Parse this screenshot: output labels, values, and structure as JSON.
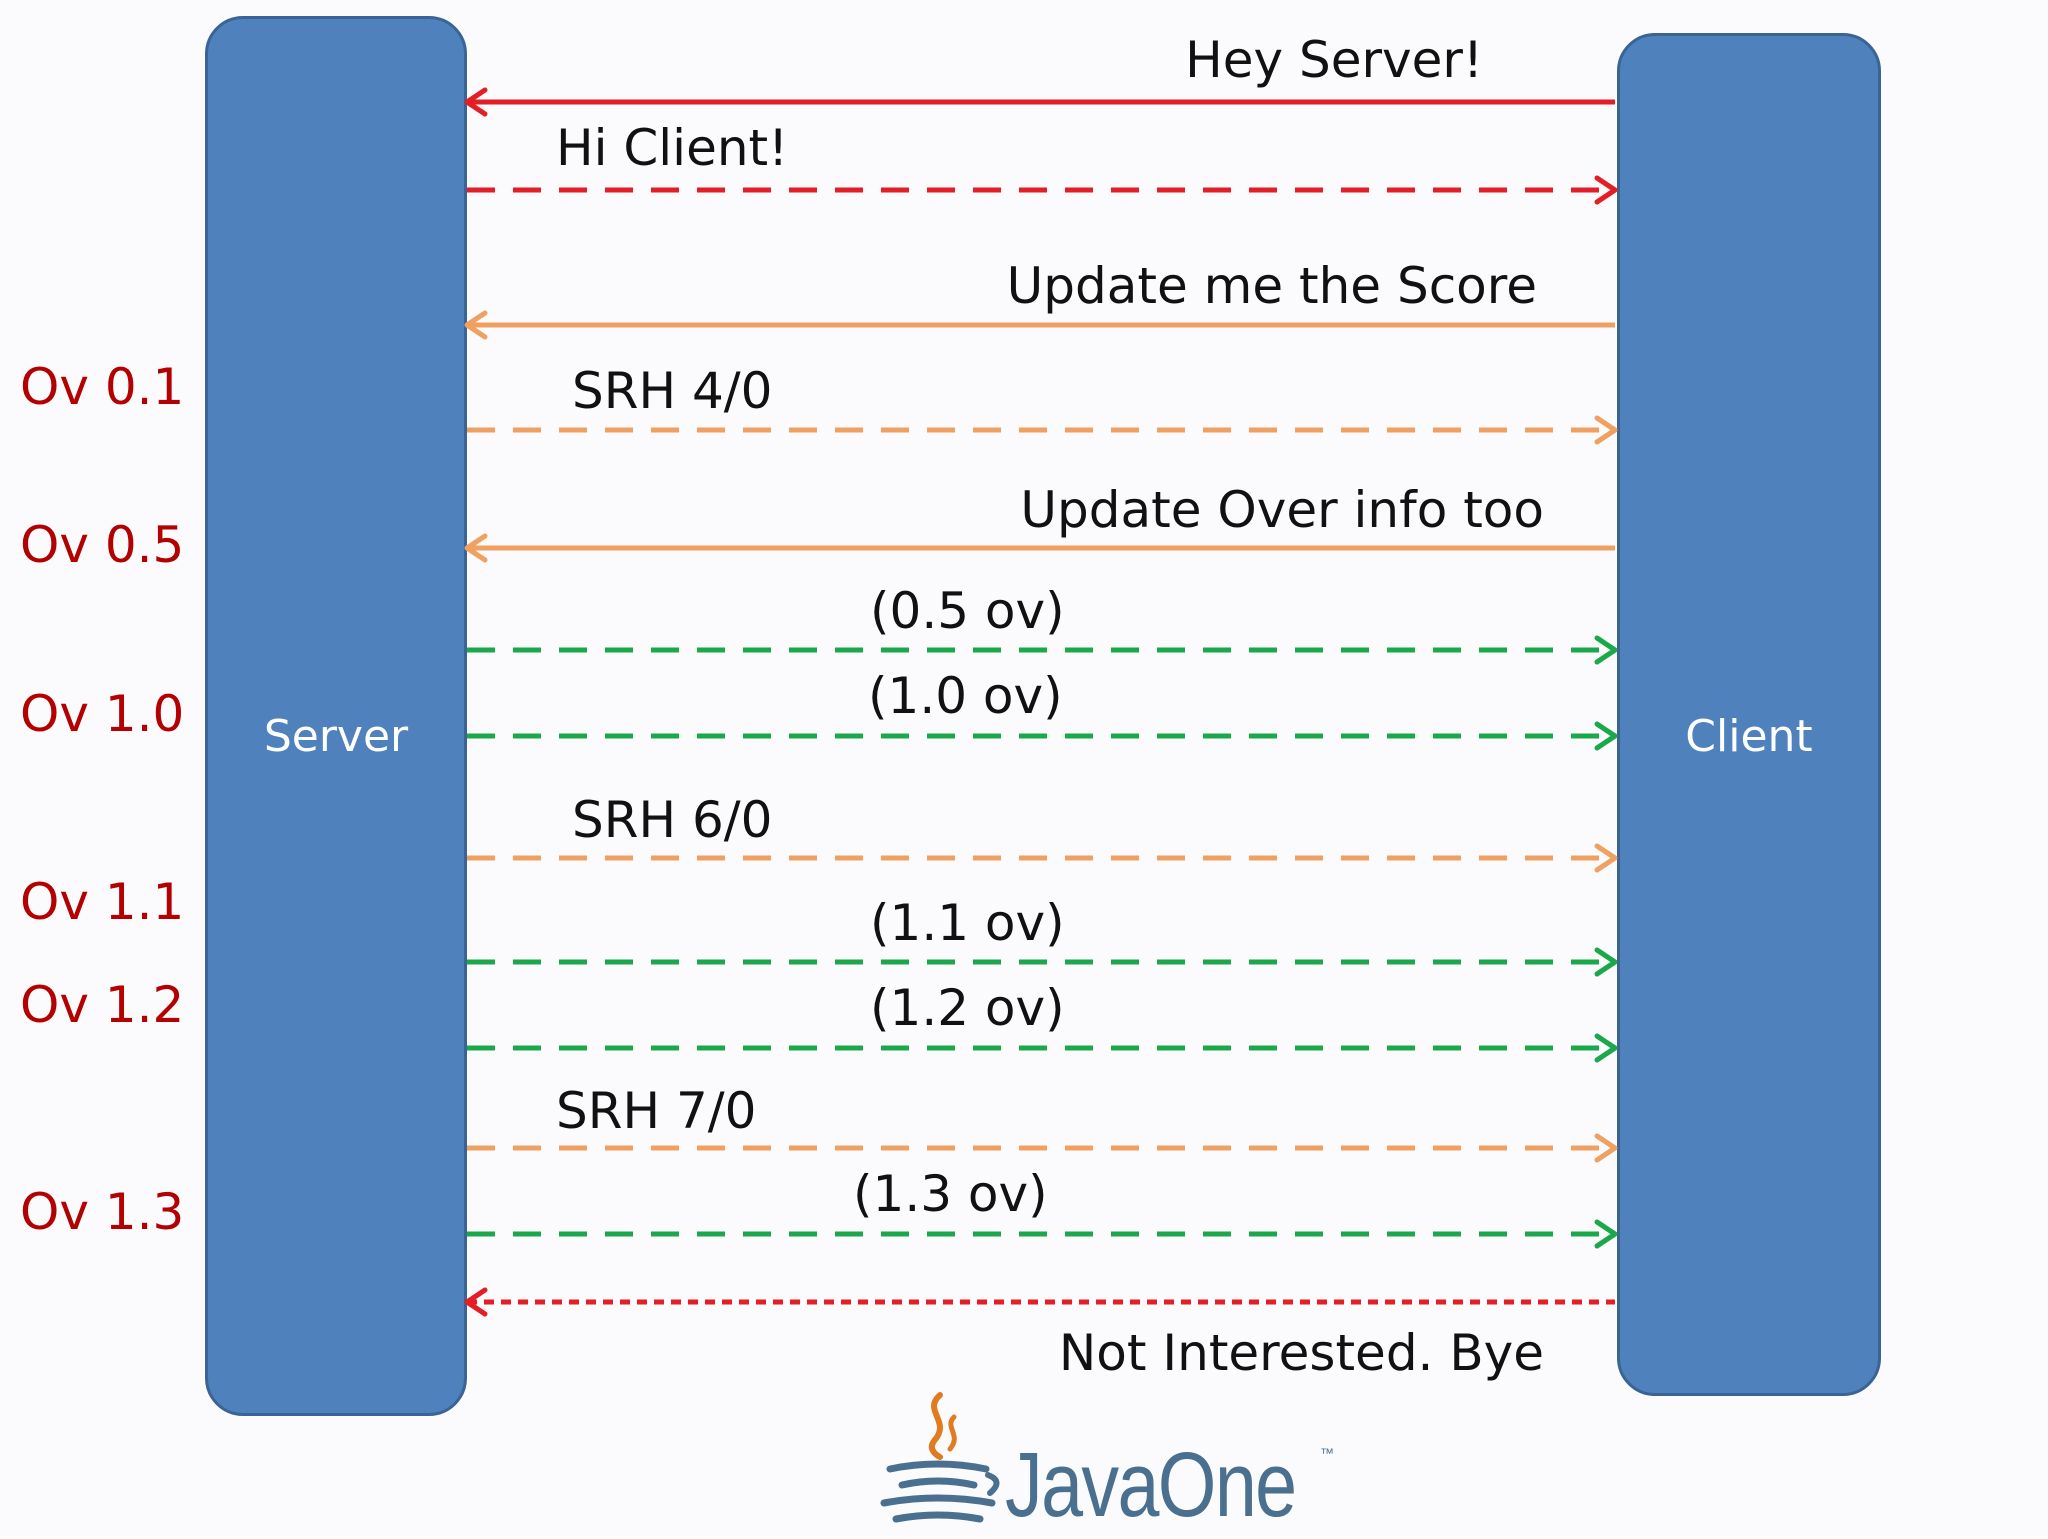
{
  "actors": {
    "server": "Server",
    "client": "Client"
  },
  "colors": {
    "box_fill": "#4f81bd",
    "handshake": "#e31e24",
    "score": "#f0a060",
    "over": "#1aa84a",
    "over_label": "#b30000",
    "logo": "#4a6f8f",
    "flame": "#e07b1f"
  },
  "messages": [
    {
      "text": "Hey Server!",
      "direction": "to-server",
      "style": "solid",
      "color": "#e31e24"
    },
    {
      "text": "Hi Client!",
      "direction": "to-client",
      "style": "dashed",
      "color": "#e31e24"
    },
    {
      "text": "Update me the Score",
      "direction": "to-server",
      "style": "solid",
      "color": "#f0a060"
    },
    {
      "text": "SRH 4/0",
      "direction": "to-client",
      "style": "dashed",
      "color": "#f0a060"
    },
    {
      "text": "Update Over info too",
      "direction": "to-server",
      "style": "solid",
      "color": "#f0a060"
    },
    {
      "text": "(0.5 ov)",
      "direction": "to-client",
      "style": "dashed",
      "color": "#1aa84a"
    },
    {
      "text": "(1.0 ov)",
      "direction": "to-client",
      "style": "dashed",
      "color": "#1aa84a"
    },
    {
      "text": "SRH 6/0",
      "direction": "to-client",
      "style": "dashed",
      "color": "#f0a060"
    },
    {
      "text": "(1.1 ov)",
      "direction": "to-client",
      "style": "dashed",
      "color": "#1aa84a"
    },
    {
      "text": "(1.2 ov)",
      "direction": "to-client",
      "style": "dashed",
      "color": "#1aa84a"
    },
    {
      "text": "SRH 7/0",
      "direction": "to-client",
      "style": "dashed",
      "color": "#f0a060"
    },
    {
      "text": "(1.3 ov)",
      "direction": "to-client",
      "style": "dashed",
      "color": "#1aa84a"
    },
    {
      "text": "Not Interested. Bye",
      "direction": "to-server",
      "style": "dotted",
      "color": "#e31e24"
    }
  ],
  "over_labels": [
    "Ov 0.1",
    "Ov 0.5",
    "Ov 1.0",
    "Ov 1.1",
    "Ov 1.2",
    "Ov 1.3"
  ],
  "logo": {
    "text": "JavaOne",
    "trademark": "™",
    "icon": "java-cup-icon"
  }
}
